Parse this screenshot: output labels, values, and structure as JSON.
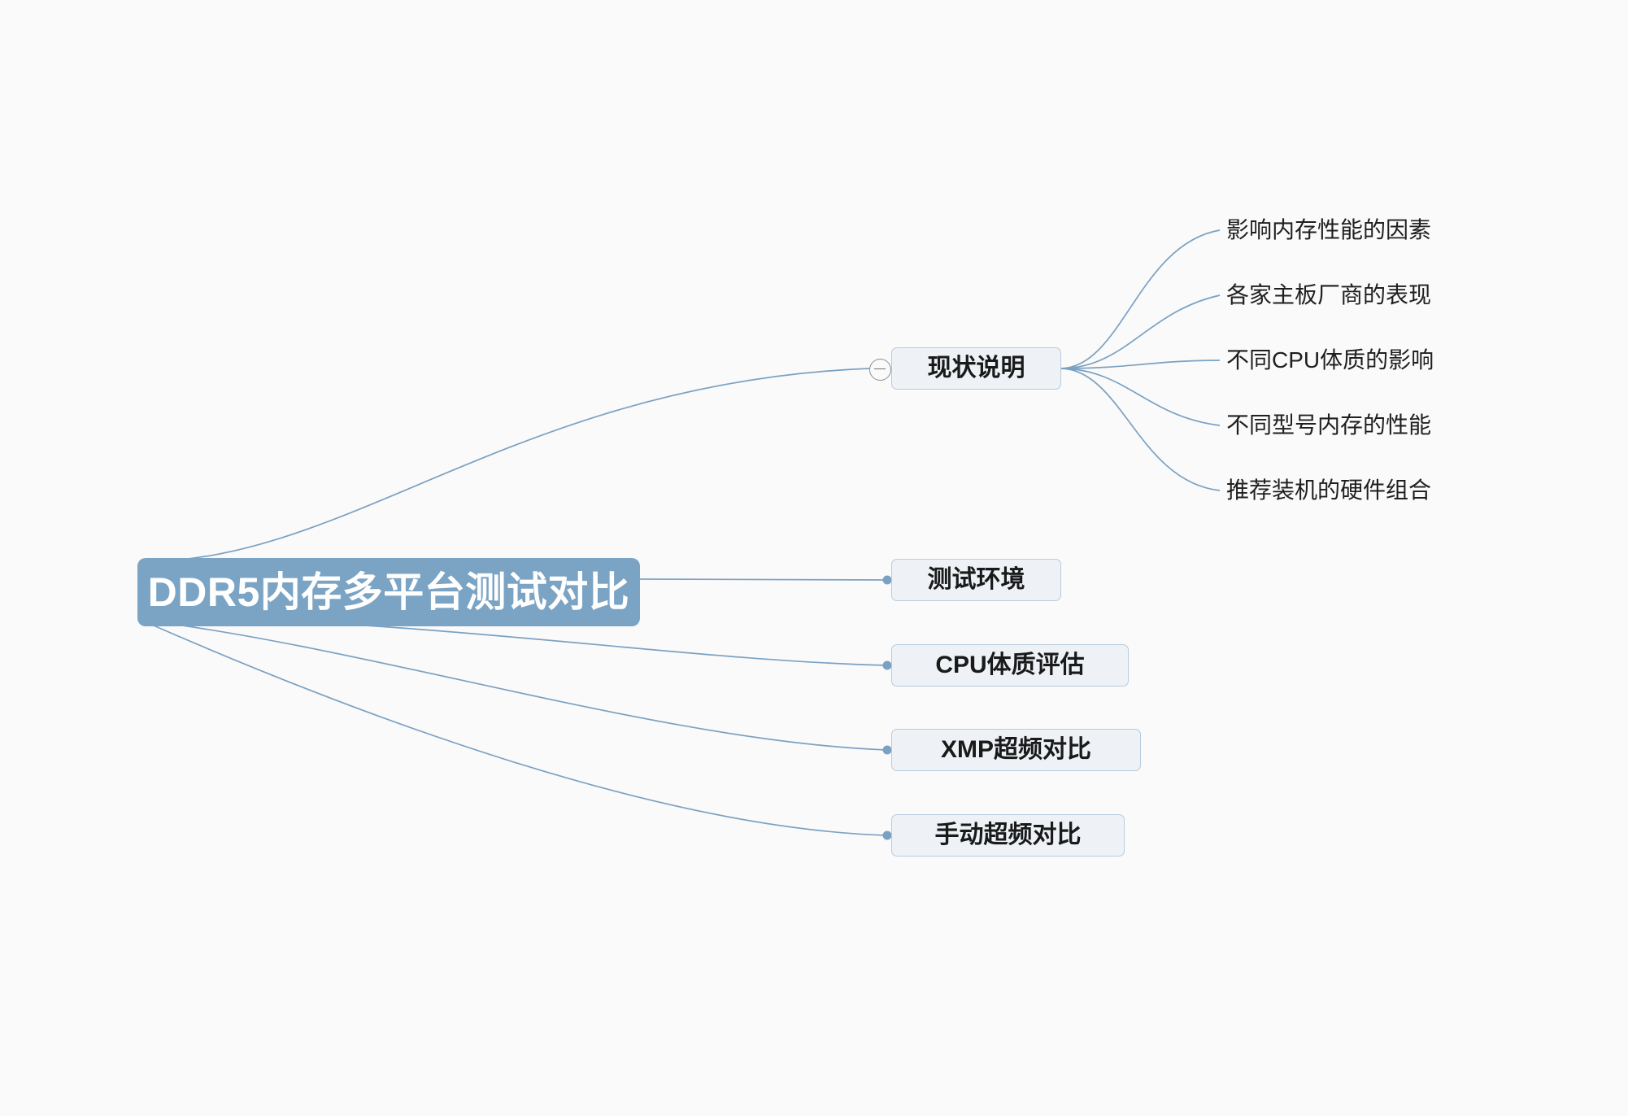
{
  "canvas": {
    "background": "#fafafa",
    "edge_color": "#7ba1c2",
    "root_fill": "#7ba4c4",
    "root_text_color": "#ffffff",
    "node_fill": "#eef2f6",
    "node_border": "#b9cbdc",
    "node_text_color": "#1a1a1a"
  },
  "root": {
    "label": "DDR5内存多平台测试对比"
  },
  "branches": [
    {
      "id": "xianzhuang",
      "label": "现状说明",
      "collapse_icon": "collapse-minus-icon",
      "children": [
        {
          "label": "影响内存性能的因素"
        },
        {
          "label": "各家主板厂商的表现"
        },
        {
          "label": "不同CPU体质的影响"
        },
        {
          "label": "不同型号内存的性能"
        },
        {
          "label": "推荐装机的硬件组合"
        }
      ]
    },
    {
      "id": "huanjing",
      "label": "测试环境",
      "children": []
    },
    {
      "id": "cpu",
      "label": "CPU体质评估",
      "children": []
    },
    {
      "id": "xmp",
      "label": "XMP超频对比",
      "children": []
    },
    {
      "id": "manual",
      "label": "手动超频对比",
      "children": []
    }
  ]
}
